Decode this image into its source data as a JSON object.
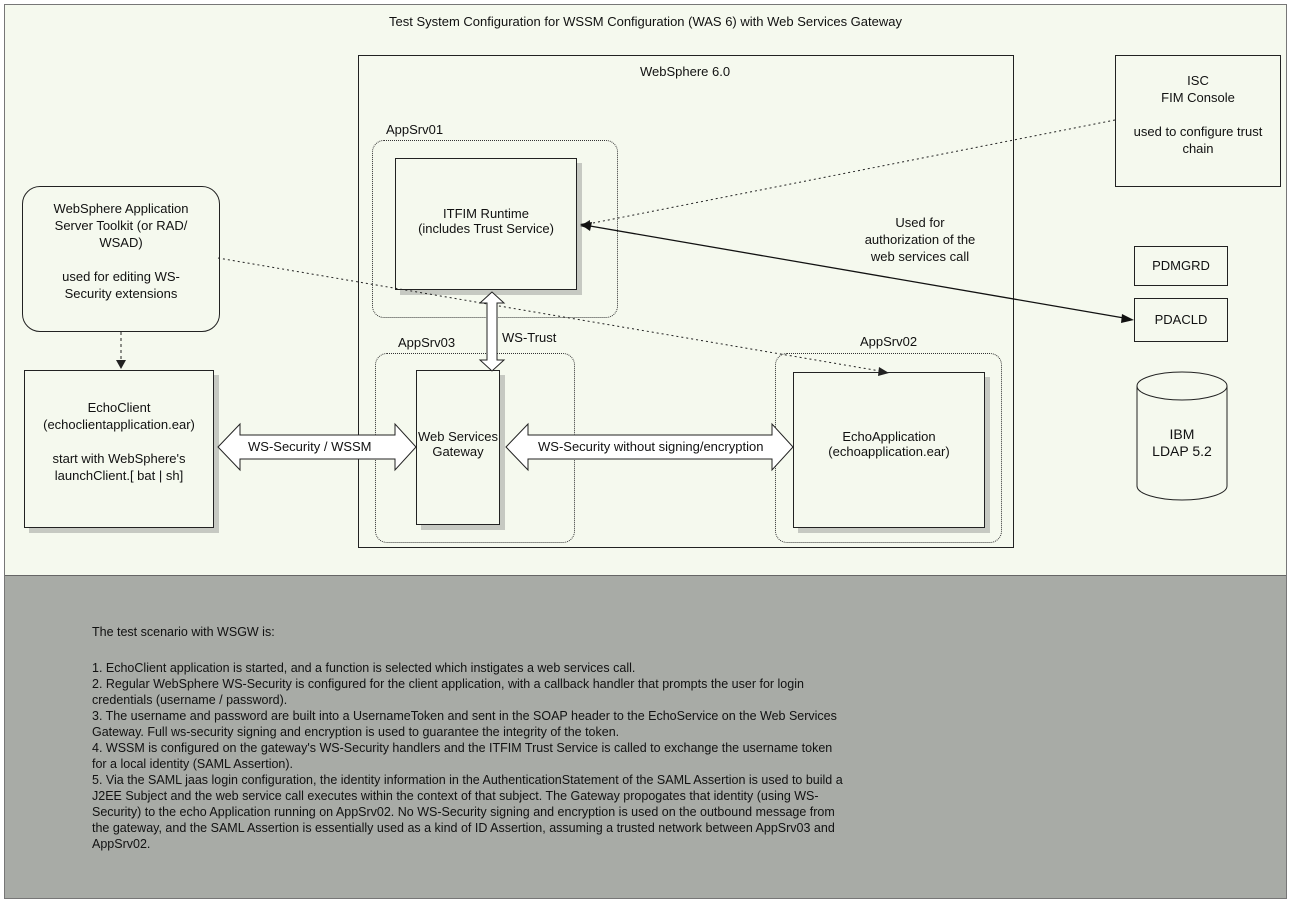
{
  "title": "Test System Configuration for WSSM Configuration (WAS 6) with Web Services Gateway",
  "websphere": {
    "label": "WebSphere 6.0"
  },
  "appsrv01": {
    "label": "AppSrv01",
    "runtime_lines": [
      "ITFIM Runtime",
      "(includes Trust Service)"
    ]
  },
  "appsrv03": {
    "label": "AppSrv03",
    "gateway_lines": [
      "Web Services",
      "Gateway"
    ]
  },
  "appsrv02": {
    "label": "AppSrv02",
    "app_lines": [
      "EchoApplication",
      "(echoapplication.ear)"
    ]
  },
  "isc": {
    "lines": [
      "ISC",
      "FIM Console",
      "",
      "used to configure trust",
      "chain"
    ]
  },
  "toolkit": {
    "lines": [
      "WebSphere Application",
      "Server Toolkit (or RAD/",
      "WSAD)",
      "",
      "used for editing WS-",
      "Security extensions"
    ]
  },
  "echoclient": {
    "lines": [
      "EchoClient",
      "(echoclientapplication.ear)",
      "",
      "start with WebSphere's",
      "launchClient.[ bat | sh]"
    ]
  },
  "pdmgrd": "PDMGRD",
  "pdacld": "PDACLD",
  "ldap": {
    "lines": [
      "IBM",
      "LDAP 5.2"
    ]
  },
  "arrows": {
    "ws_security_wssm": "WS-Security / WSSM",
    "ws_trust": "WS-Trust",
    "ws_security_plain": "WS-Security without signing/encryption",
    "authorization_lines": [
      "Used for",
      "authorization of the",
      "web services call"
    ]
  },
  "description": {
    "intro": "The test scenario with WSGW is:",
    "lines": [
      "1. EchoClient application is started, and a function is selected which instigates a web services call.",
      "2. Regular WebSphere WS-Security is configured for the client application, with a callback handler that prompts the user for login",
      "credentials (username / password).",
      "3. The username and password are built into a UsernameToken and sent in the SOAP header to the EchoService on the Web Services",
      "Gateway. Full ws-security signing and encryption is used to guarantee the integrity of the token.",
      "4. WSSM is configured on the gateway's WS-Security handlers and the ITFIM Trust Service is called to exchange the username token",
      "for a local identity (SAML Assertion).",
      "5. Via the SAML jaas login configuration, the identity information in the AuthenticationStatement of the SAML Assertion is used to build a",
      "J2EE Subject and the web service call executes within the context of that subject. The Gateway propogates that identity (using WS-",
      "Security) to the echo Application running on AppSrv02. No WS-Security signing and encryption is used on the outbound message from",
      "the gateway, and the SAML Assertion is essentially used as a kind of ID Assertion, assuming a trusted network between AppSrv03 and",
      "AppSrv02."
    ]
  }
}
